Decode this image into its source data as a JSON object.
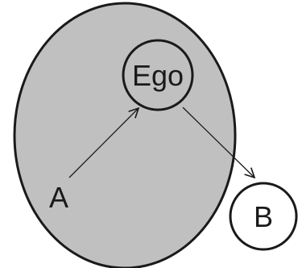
{
  "diagram": {
    "nodes": {
      "ego": {
        "label": "Ego"
      },
      "a": {
        "label": "A"
      },
      "b": {
        "label": "B"
      }
    },
    "edges": [
      {
        "from": "A",
        "to": "Ego"
      },
      {
        "from": "Ego",
        "to": "B"
      }
    ],
    "colors": {
      "region_fill": "#c0c0c0",
      "stroke": "#1a1a1a",
      "node_fill": "#ffffff",
      "text": "#1a1a1a"
    }
  }
}
